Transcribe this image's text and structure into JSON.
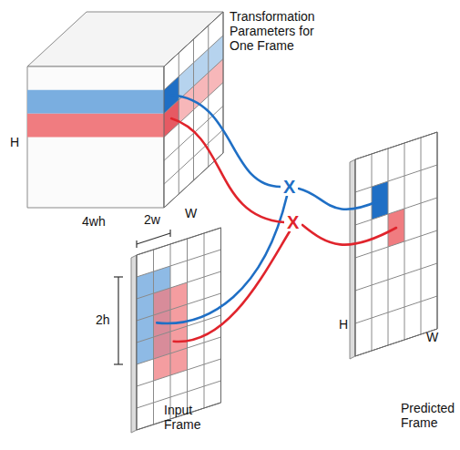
{
  "diagram": {
    "labels": [
      "Transformation Parameters for One Frame",
      "H",
      "W",
      "4wh",
      "X",
      "X",
      "2w",
      "2h",
      "Input Frame",
      "H",
      "W",
      "Predicted Frame"
    ]
  }
}
